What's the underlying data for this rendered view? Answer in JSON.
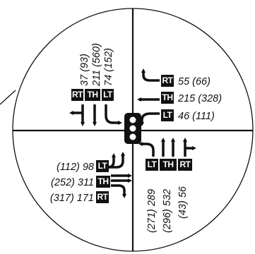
{
  "southbound": {
    "volumes": [
      "37 (93)",
      "211 (560)",
      "74 (152)"
    ],
    "labels": [
      "RT",
      "TH",
      "LT"
    ]
  },
  "westbound": {
    "labels": [
      "RT",
      "TH",
      "LT"
    ],
    "volumes": [
      "55 (66)",
      "215 (328)",
      "46 (111)"
    ]
  },
  "eastbound": {
    "volumes": [
      "(112) 98",
      "(252) 311",
      "(317) 171"
    ],
    "labels": [
      "LT",
      "TH",
      "RT"
    ]
  },
  "northbound": {
    "labels": [
      "LT",
      "TH",
      "RT"
    ],
    "volumes": [
      "(271) 289",
      "(296) 532",
      "(43) 56"
    ]
  },
  "icons": [
    "traffic-signal-icon",
    "turn-arrow-icon"
  ],
  "colors": {
    "ink": "#111111",
    "signal_light": "#ffffff",
    "background": "#ffffff"
  }
}
